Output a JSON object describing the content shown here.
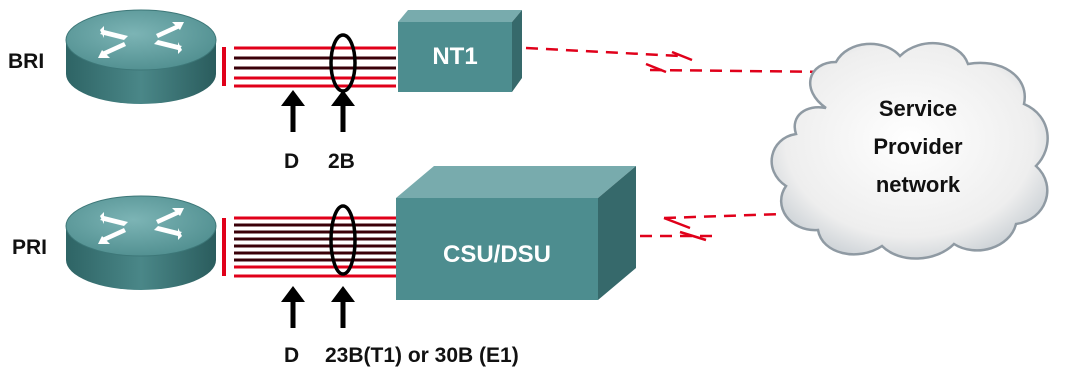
{
  "interfaces": {
    "bri": {
      "label": "BRI",
      "device_label": "NT1",
      "d_channel_label": "D",
      "b_channel_label": "2B"
    },
    "pri": {
      "label": "PRI",
      "device_label": "CSU/DSU",
      "d_channel_label": "D",
      "b_channel_label": "23B(T1) or 30B (E1)"
    }
  },
  "cloud": {
    "line1": "Service",
    "line2": "Provider",
    "line3": "network"
  },
  "colors": {
    "router_top": "#5b9899",
    "router_side": "#3a7475",
    "box_front": "#4d8d8f",
    "box_top": "#78abad",
    "box_side": "#36696b",
    "line_red": "#e0001a",
    "line_dark": "#3a0008",
    "cloud_fill": "#f3f3f3",
    "cloud_edge": "#8f9aa3"
  }
}
